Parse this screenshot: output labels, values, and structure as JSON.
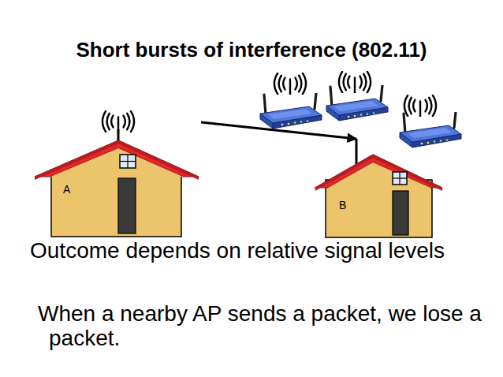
{
  "diagram": {
    "title": "Short bursts of interference (802.11)",
    "nodes": [
      {
        "text": [
          "A"
        ]
      },
      {
        "text": [
          "B"
        ]
      }
    ],
    "edges": [
      {
        "from": 0,
        "to": 1,
        "arrow": "to"
      }
    ],
    "labels": [
      "Outcome depends on relative signal levels",
      "When a nearby AP sends a packet, we lose a packet."
    ]
  }
}
